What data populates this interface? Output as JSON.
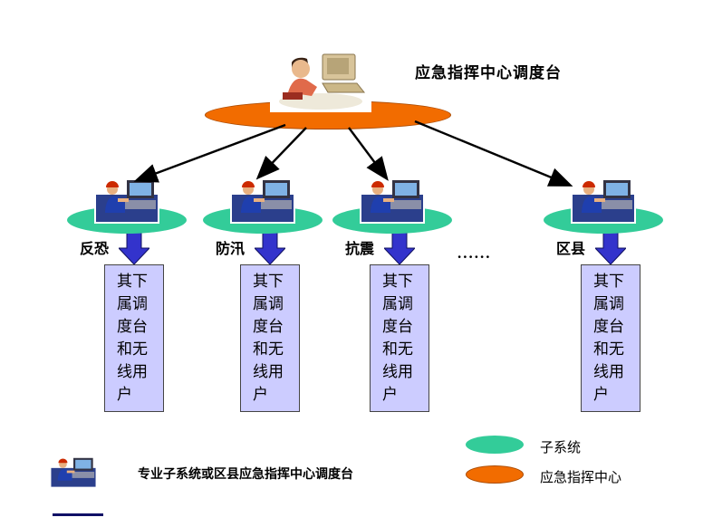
{
  "title": "应急指挥中心调度台",
  "ellipsis": "......",
  "nodes": [
    {
      "label": "反恐",
      "box_text": "其下属调度台和无线用户"
    },
    {
      "label": "防汛",
      "box_text": "其下属调度台和无线用户"
    },
    {
      "label": "抗震",
      "box_text": "其下属调度台和无线用户"
    },
    {
      "label": "区县",
      "box_text": "其下属调度台和无线用户"
    }
  ],
  "legend": {
    "operator_label": "专业子系统或区县应急指挥中心调度台",
    "subsystem_label": "子系统",
    "center_label": "应急指挥中心"
  },
  "icons": {
    "top_clipart": "dispatcher-at-computer",
    "node_clipart": "operator-console",
    "legend_clipart": "operator-console"
  },
  "colors": {
    "center_ellipse": "#F26C00",
    "subsystem_ellipse": "#33CC99",
    "box_fill": "#CCCCFF",
    "arrow_blue": "#3333CC"
  }
}
